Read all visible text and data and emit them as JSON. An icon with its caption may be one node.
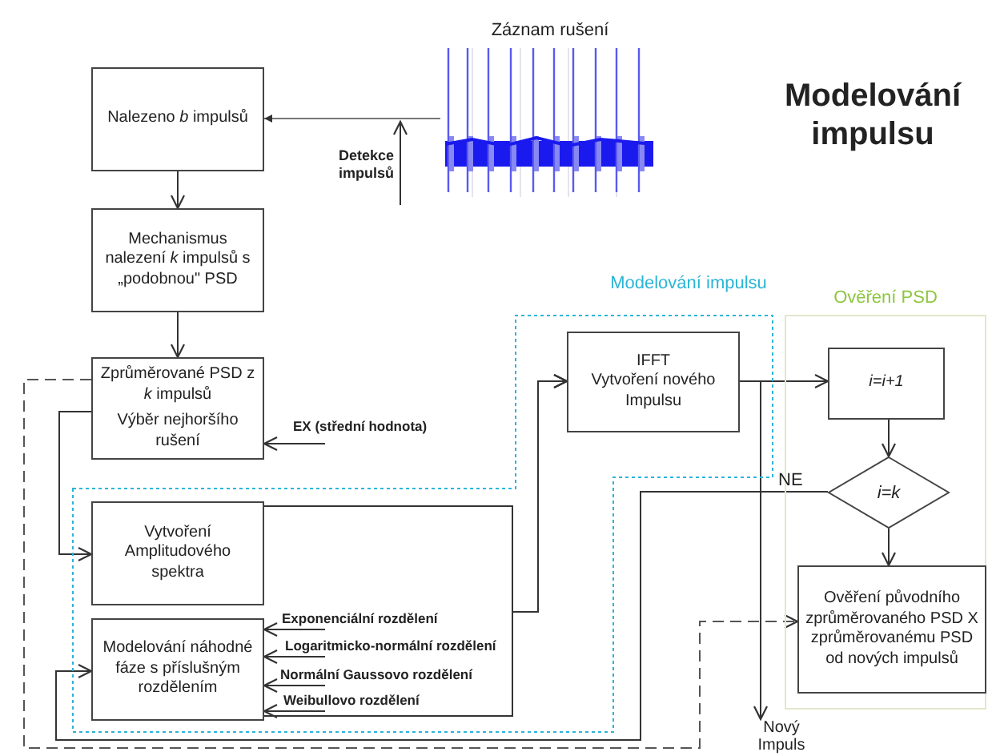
{
  "diagram": {
    "title": "Modelování impulsu",
    "nodes": [
      {
        "text": [
          "Záznam rušení"
        ]
      },
      {
        "text": [
          "Nalezeno *b* impulsů"
        ]
      },
      {
        "text": [
          "Mechanismus nalezení *k* impulsů s „podobnou\" PSD"
        ]
      },
      {
        "text": [
          "Zprůměrované PSD z *k* impulsů",
          "Výběr nejhoršího rušení"
        ]
      },
      {
        "text": [
          "Modelování impulsu"
        ]
      },
      {
        "text": [
          "Vytvoření Amplitudového spektra"
        ],
        "in": 4
      },
      {
        "text": [
          "Modelování náhodné fáze s příslušným rozdělením"
        ],
        "in": 4
      },
      {
        "text": [
          "IFFT",
          "Vytvoření nového Impulsu"
        ],
        "in": 4
      },
      {
        "text": [
          "Ověření PSD"
        ]
      },
      {
        "text": [
          "i=i+1"
        ],
        "in": 8
      },
      {
        "text": [
          "i=k"
        ],
        "in": 8
      },
      {
        "text": [
          "Ověření původního zprůměrovaného PSD X zprůměrovanému PSD od nových impulsů"
        ],
        "in": 8
      },
      {
        "text": [
          "Nový Impuls"
        ]
      }
    ],
    "edges": [
      {
        "from": 0,
        "to": 1,
        "arrow": "to"
      },
      {
        "from": 1,
        "to": 2,
        "arrow": "to"
      },
      {
        "from": 2,
        "to": 3,
        "arrow": "to"
      },
      {
        "from": 3,
        "to": 5,
        "arrow": "to"
      },
      {
        "from": null,
        "to": 3,
        "arrow": "to",
        "label": "EX (střední hodnota)"
      },
      {
        "from": null,
        "to": 6,
        "arrow": "to",
        "label": "Exponenciální rozdělení"
      },
      {
        "from": null,
        "to": 6,
        "arrow": "to",
        "label": "Logaritmicko-normální rozdělení"
      },
      {
        "from": null,
        "to": 6,
        "arrow": "to",
        "label": "Normální Gaussovo rozdělení"
      },
      {
        "from": null,
        "to": 6,
        "arrow": "to",
        "label": "Weibullovo rozdělení"
      },
      {
        "from": 5,
        "to": 7,
        "arrow": "to"
      },
      {
        "from": 6,
        "to": 7,
        "arrow": "to"
      },
      {
        "from": 7,
        "to": 9,
        "arrow": "to"
      },
      {
        "from": 7,
        "to": 12,
        "arrow": "to"
      },
      {
        "from": 9,
        "to": 10,
        "arrow": "to"
      },
      {
        "from": 10,
        "to": 11,
        "arrow": "to"
      },
      {
        "from": 10,
        "to": 6,
        "arrow": "to",
        "label": "NE"
      },
      {
        "from": 3,
        "to": 11,
        "arrow": "to",
        "style": "dashed"
      }
    ],
    "labels": [
      "Detekce impulsů"
    ]
  }
}
